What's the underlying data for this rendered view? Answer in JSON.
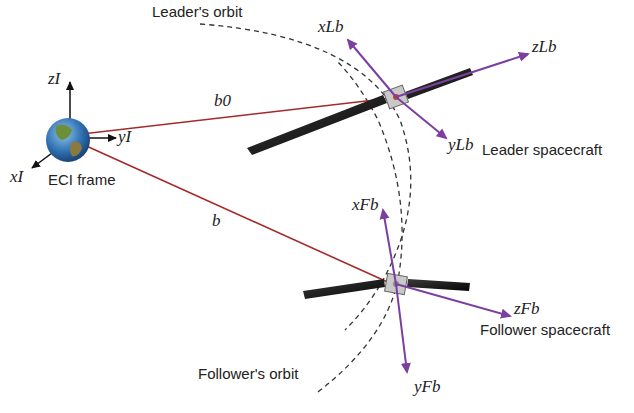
{
  "diagram": {
    "labels": [
      "Leader's orbit",
      "xLb",
      "zLb",
      "Leader spacecraft",
      "yLb",
      "zI",
      "b0",
      "yI",
      "xI",
      "ECI frame",
      "b",
      "xFb",
      "zFb",
      "Follower spacecraft",
      "Follower's orbit",
      "yFb"
    ]
  }
}
